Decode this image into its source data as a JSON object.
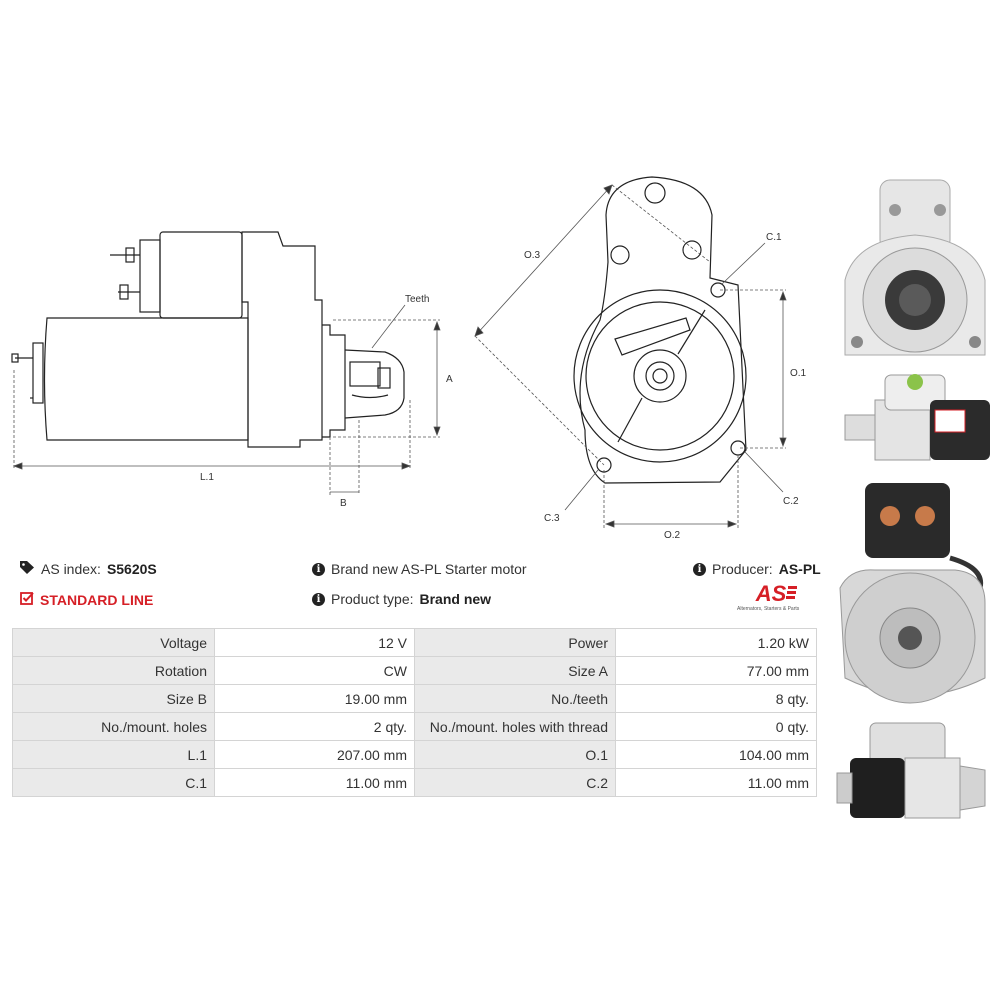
{
  "drawing": {
    "side_labels": {
      "teeth": "Teeth",
      "a": "A",
      "b": "B",
      "l1": "L.1"
    },
    "front_labels": {
      "o3": "O.3",
      "c1": "C.1",
      "o1": "O.1",
      "c2": "C.2",
      "c3": "C.3",
      "o2": "O.2"
    }
  },
  "info": {
    "as_index_label": "AS index:",
    "as_index_value": "S5620S",
    "line_label": "STANDARD LINE",
    "description": "Brand new AS-PL Starter motor",
    "product_type_label": "Product type:",
    "product_type_value": "Brand new",
    "producer_label": "Producer:",
    "producer_value": "AS-PL"
  },
  "logo": {
    "mark": "AS",
    "tagline": "Alternators, Starters & Parts"
  },
  "specs": [
    {
      "l1": "Voltage",
      "v1": "12 V",
      "l2": "Power",
      "v2": "1.20 kW"
    },
    {
      "l1": "Rotation",
      "v1": "CW",
      "l2": "Size A",
      "v2": "77.00 mm"
    },
    {
      "l1": "Size B",
      "v1": "19.00 mm",
      "l2": "No./teeth",
      "v2": "8 qty."
    },
    {
      "l1": "No./mount. holes",
      "v1": "2 qty.",
      "l2": "No./mount. holes with thread",
      "v2": "0 qty."
    },
    {
      "l1": "L.1",
      "v1": "207.00 mm",
      "l2": "O.1",
      "v2": "104.00 mm"
    },
    {
      "l1": "C.1",
      "v1": "11.00 mm",
      "l2": "C.2",
      "v2": "11.00 mm"
    }
  ],
  "colors": {
    "accent": "#d61f26",
    "label_bg": "#eaeaea",
    "border": "#d4d4d4"
  },
  "icons": {
    "tag": "tag-icon",
    "info": "info-icon",
    "check": "check-square-icon"
  }
}
